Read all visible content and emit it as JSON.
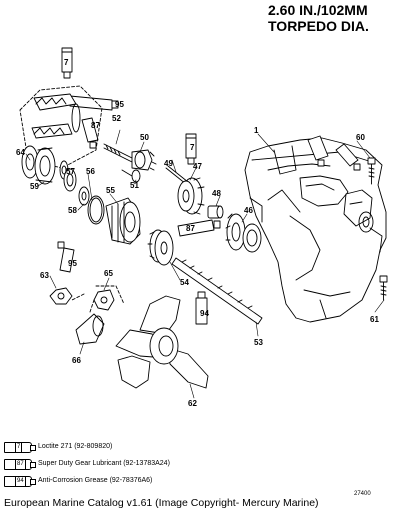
{
  "title": {
    "line1": "2.60 IN./102MM",
    "line2": "TORPEDO DIA."
  },
  "callouts": [
    "1",
    "7",
    "95",
    "87",
    "52",
    "50",
    "7",
    "60",
    "64",
    "57",
    "49",
    "47",
    "59",
    "56",
    "51",
    "58",
    "55",
    "48",
    "87",
    "46",
    "95",
    "63",
    "65",
    "54",
    "94",
    "53",
    "66",
    "61",
    "62",
    "7",
    "87"
  ],
  "legend": [
    {
      "code": "7",
      "label": "Loctite 271 (92-809820)"
    },
    {
      "code": "87",
      "label": "Super Duty Gear Lubricant (92-13783A24)"
    },
    {
      "code": "94",
      "label": "Anti-Corrosion Grease (92-78376A6)"
    }
  ],
  "doc_number": "27400",
  "footer": "European Marine Catalog v1.61 (Image Copyright- Mercury Marine)"
}
